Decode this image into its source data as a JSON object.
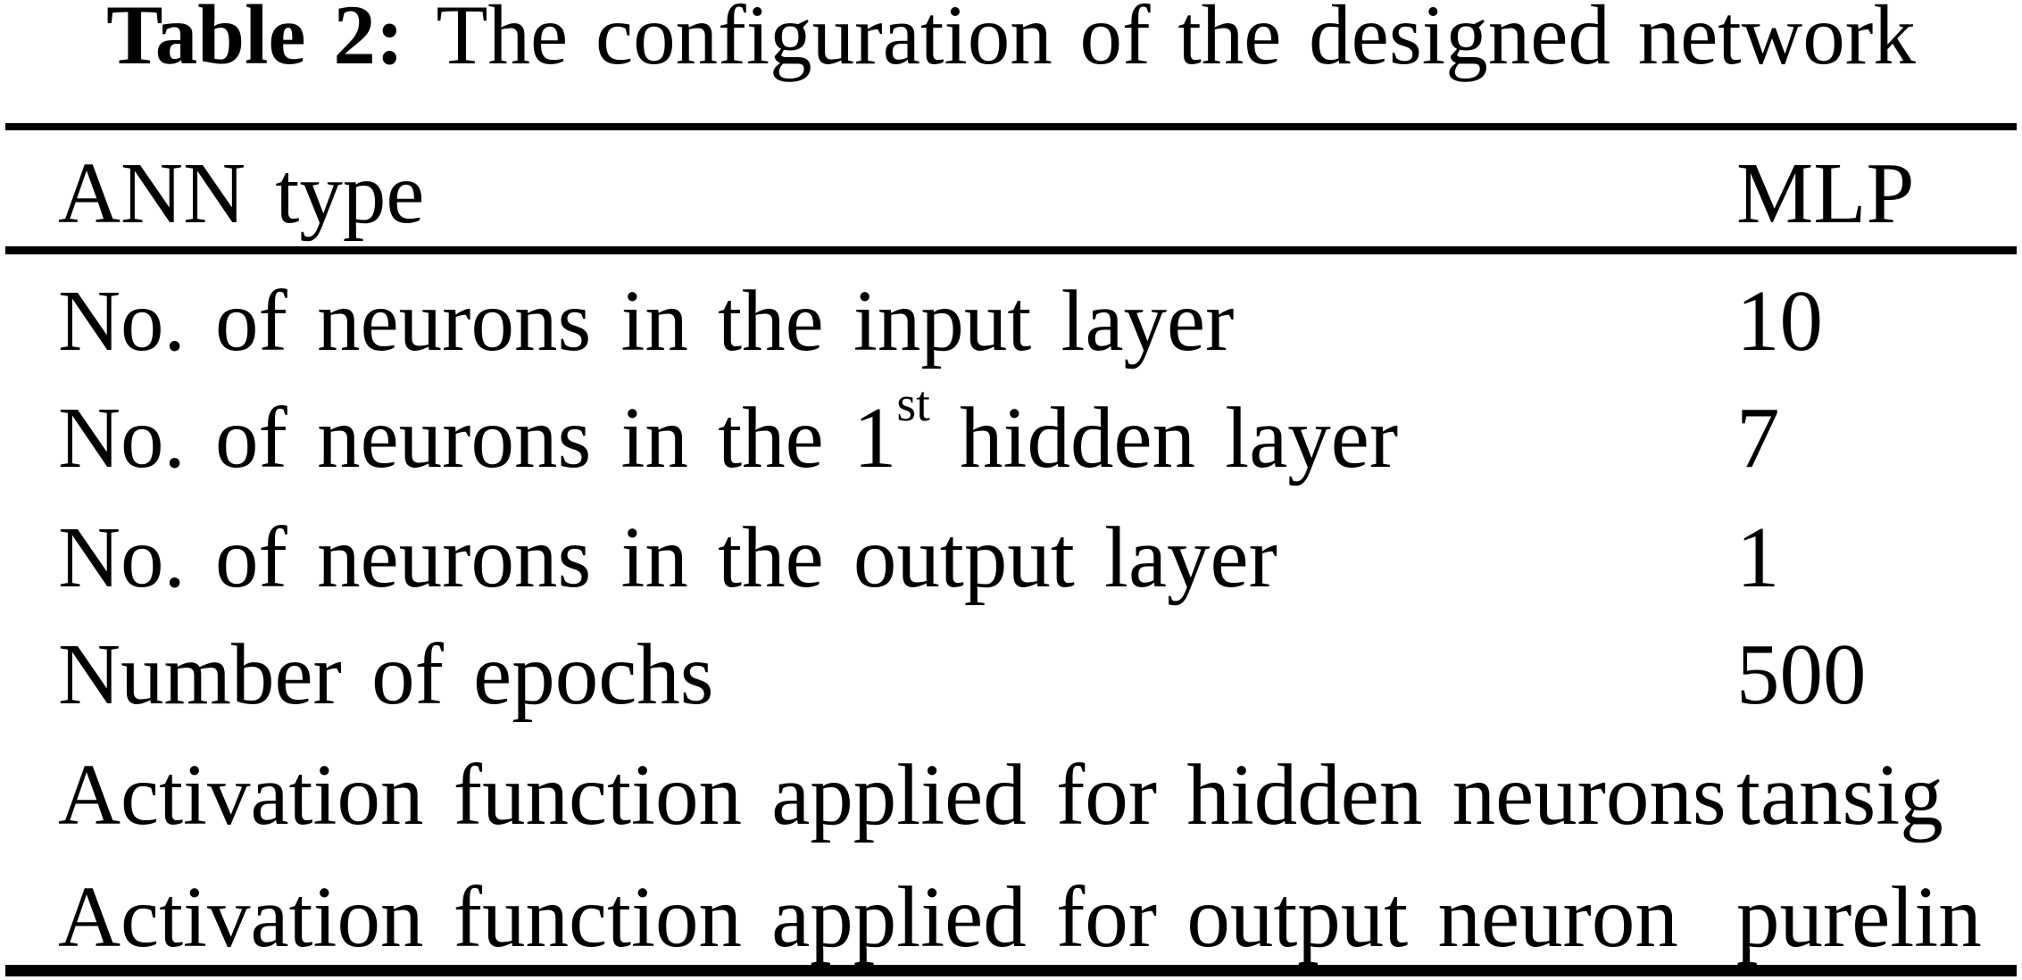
{
  "colors": {
    "background": "#ffffff",
    "text": "#000000",
    "rule": "#000000"
  },
  "caption": {
    "label": "Table 2:",
    "text": "The configuration of the designed network"
  },
  "table": {
    "header": {
      "parameter": "ANN type",
      "value": "MLP"
    },
    "rows": [
      {
        "prefix": "No. of neurons in the input layer",
        "sup": "",
        "suffix": "",
        "value": "10"
      },
      {
        "prefix": "No. of neurons in the 1",
        "sup": "st",
        "suffix": " hidden layer",
        "value": "7"
      },
      {
        "prefix": "No. of neurons in the output layer",
        "sup": "",
        "suffix": "",
        "value": "1"
      },
      {
        "prefix": "Number of epochs",
        "sup": "",
        "suffix": "",
        "value": "500"
      },
      {
        "prefix": "Activation function applied for hidden neurons",
        "sup": "",
        "suffix": "",
        "value": "tansig"
      },
      {
        "prefix": "Activation function applied for output neuron",
        "sup": "",
        "suffix": "",
        "value": "purelin"
      }
    ]
  }
}
